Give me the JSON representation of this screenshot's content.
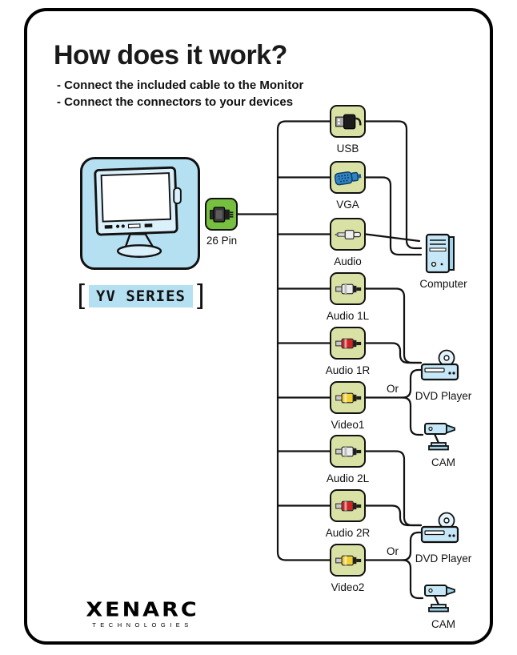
{
  "title": "How does it work?",
  "instructions": {
    "line1": "- Connect the included cable to the Monitor",
    "line2": "- Connect the connectors to your devices"
  },
  "monitor": {
    "bracket_left": "[",
    "series_label": "YV SERIES",
    "bracket_right": "]"
  },
  "cable": {
    "pin_label": "26 Pin"
  },
  "connectors": [
    {
      "label": "USB",
      "type": "usb"
    },
    {
      "label": "VGA",
      "type": "vga"
    },
    {
      "label": "Audio",
      "type": "audio-jack"
    },
    {
      "label": "Audio 1L",
      "type": "rca-white"
    },
    {
      "label": "Audio 1R",
      "type": "rca-red"
    },
    {
      "label": "Video1",
      "type": "rca-yellow"
    },
    {
      "label": "Audio 2L",
      "type": "rca-white"
    },
    {
      "label": "Audio 2R",
      "type": "rca-red"
    },
    {
      "label": "Video2",
      "type": "rca-yellow"
    }
  ],
  "devices": [
    {
      "label": "Computer",
      "type": "computer"
    },
    {
      "label": "DVD Player",
      "type": "dvd-player"
    },
    {
      "label": "CAM",
      "type": "camera"
    },
    {
      "label": "DVD Player",
      "type": "dvd-player"
    },
    {
      "label": "CAM",
      "type": "camera"
    }
  ],
  "or_labels": {
    "group1": "Or",
    "group2": "Or"
  },
  "logo": {
    "brand": "XENARC",
    "tagline": "TECHNOLOGIES"
  },
  "colors": {
    "panel_blue": "#b5e0f2",
    "connector_box_green": "#d9e2a4",
    "pin_box_green": "#76bf3f",
    "vga_blue": "#2f83c5",
    "rca_red": "#cc2525",
    "rca_yellow": "#f0cf2e",
    "line_black": "#111111"
  }
}
